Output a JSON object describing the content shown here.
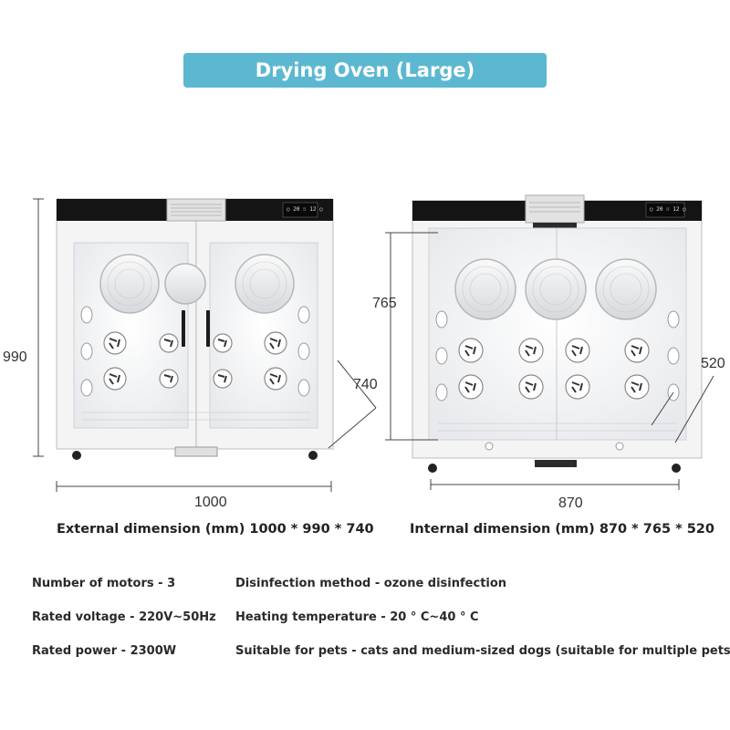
{
  "title": "Drying Oven (Large)",
  "external": {
    "height_label": "990",
    "depth_label": "740",
    "width_label": "1000",
    "caption": "External dimension (mm) 1000 * 990 * 740"
  },
  "internal": {
    "height_label": "765",
    "depth_label": "520",
    "width_label": "870",
    "caption": "Internal dimension (mm) 870 * 765 * 520"
  },
  "specs": {
    "left": [
      "Number of motors - 3",
      "Rated voltage - 220V~50Hz",
      "Rated power - 2300W"
    ],
    "right": [
      "Disinfection method - ozone disinfection",
      "Heating temperature - 20 ° C~40 ° C",
      "Suitable for pets - cats and medium-sized dogs (suitable for multiple pets)"
    ]
  }
}
